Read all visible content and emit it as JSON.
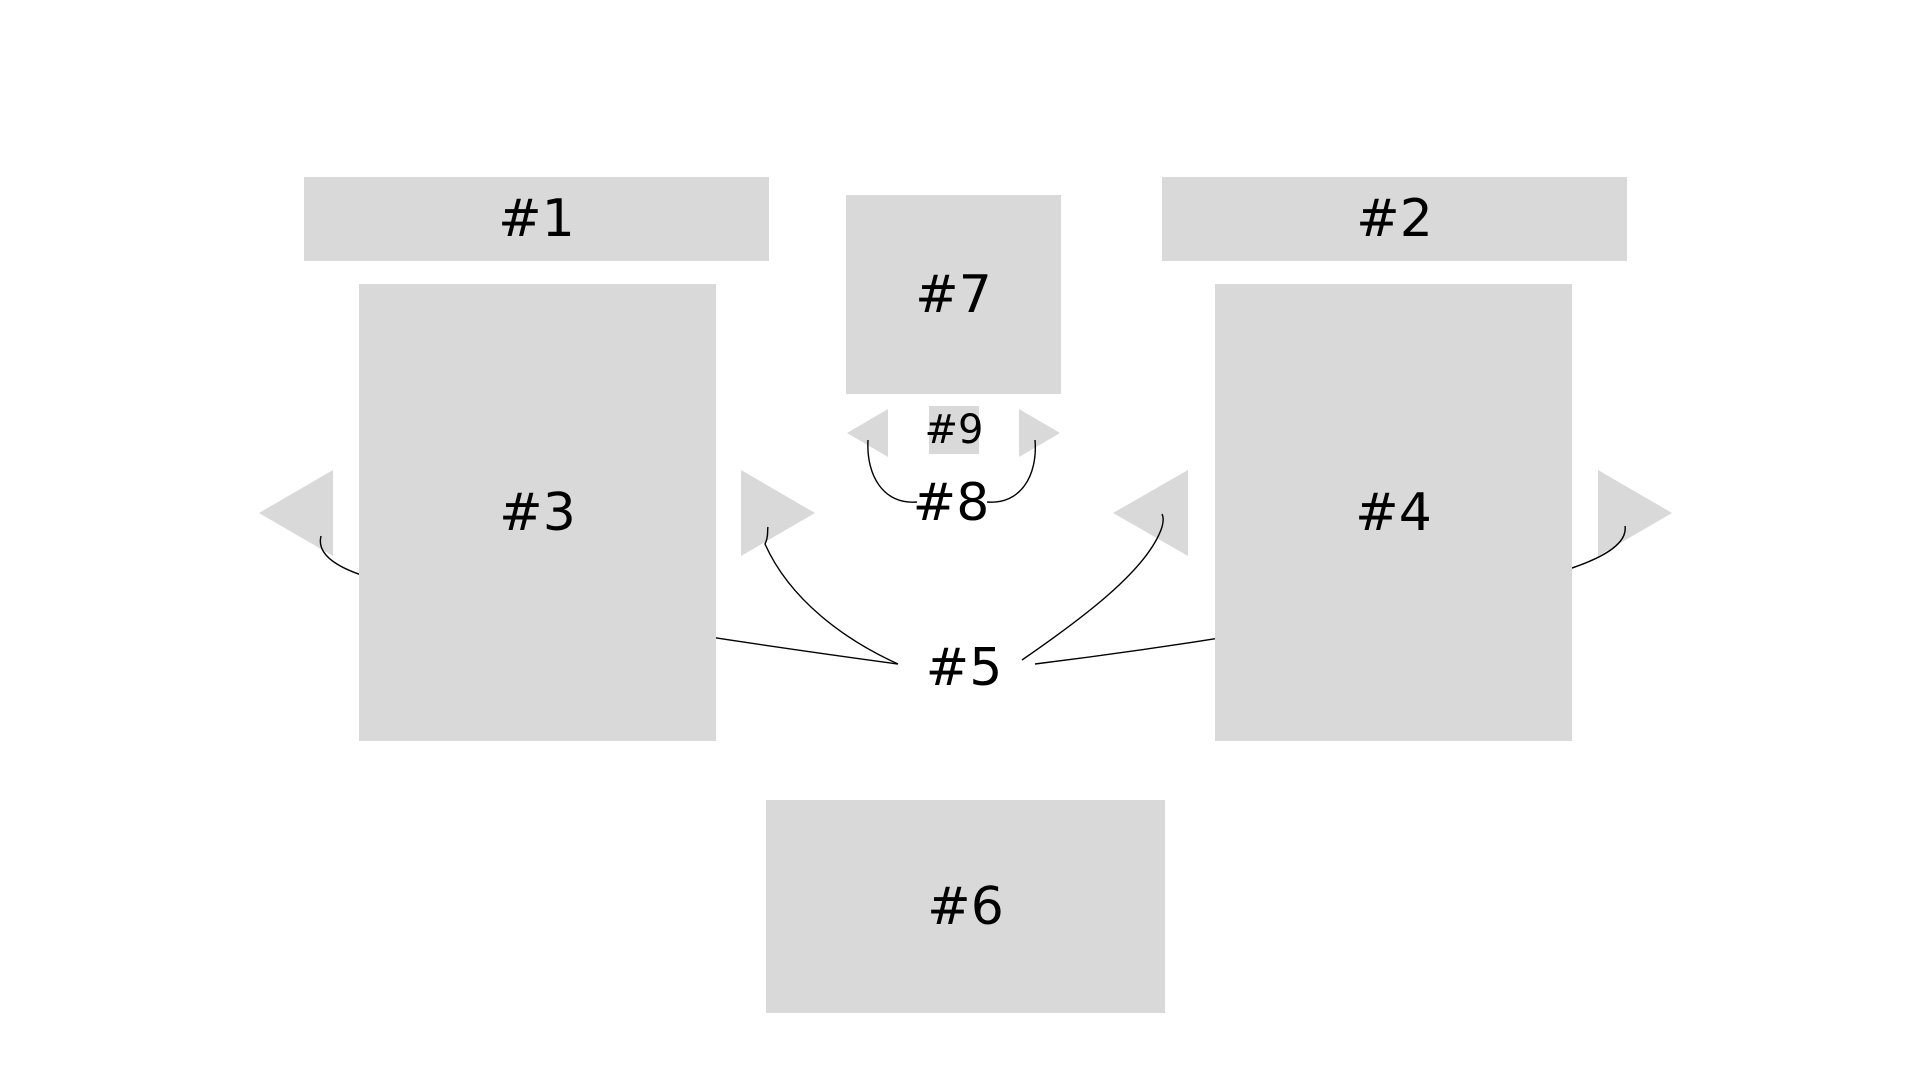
{
  "diagram": {
    "labels": {
      "one": "#1",
      "two": "#2",
      "three": "#3",
      "four": "#4",
      "five": "#5",
      "six": "#6",
      "seven": "#7",
      "eight": "#8",
      "nine": "#9"
    },
    "colors": {
      "box_fill": "#d9d9d9",
      "connector": "#000000",
      "text": "#000000",
      "background": "#ffffff"
    }
  }
}
